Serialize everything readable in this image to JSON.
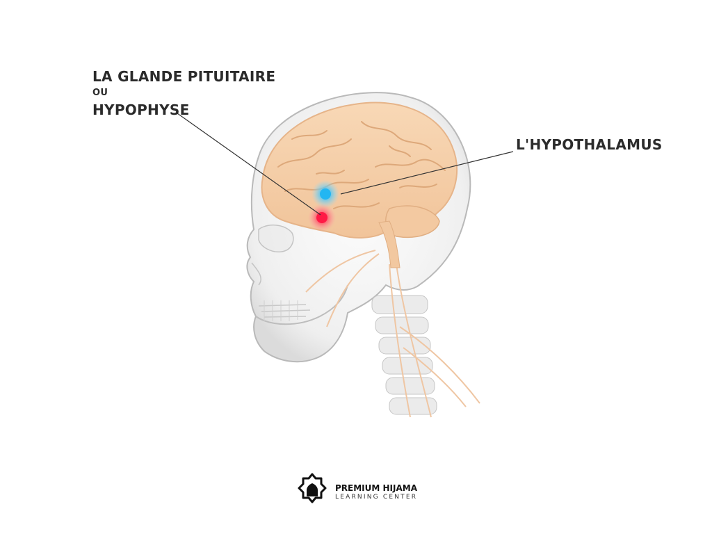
{
  "labels": {
    "pituitary_line1": "LA GLANDE PITUITAIRE",
    "pituitary_or": "OU",
    "pituitary_line2": "HYPOPHYSE",
    "hypothalamus": "L'HYPOTHALAMUS"
  },
  "logo": {
    "title": "PREMIUM HIJAMA",
    "subtitle": "LEARNING CENTER"
  },
  "colors": {
    "brain": "#f6d2ad",
    "hypothalamus_marker": "#22b6f2",
    "pituitary_marker": "#ff1a45",
    "skull": "#d9d9d9",
    "leader_line": "#333333"
  }
}
